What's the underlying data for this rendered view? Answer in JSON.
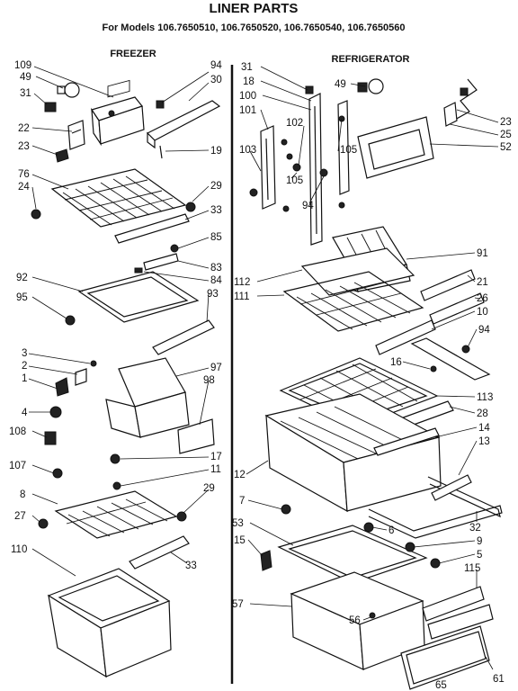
{
  "title": "LINER PARTS",
  "models": "For Models 106.7650510, 106.7650520, 106.7650540, 106.7650560",
  "sections": {
    "freezer": "FREEZER",
    "refrigerator": "REFRIGERATOR"
  },
  "callouts": {
    "c109": "109",
    "c49a": "49",
    "c31a": "31",
    "c22": "22",
    "c23a": "23",
    "c94a": "94",
    "c30": "30",
    "c19": "19",
    "c76": "76",
    "c24": "24",
    "c29a": "29",
    "c33a": "33",
    "c85": "85",
    "c83": "83",
    "c84": "84",
    "c93": "93",
    "c92": "92",
    "c95": "95",
    "c3": "3",
    "c2": "2",
    "c1": "1",
    "c4": "4",
    "c108": "108",
    "c107": "107",
    "c97": "97",
    "c98": "98",
    "c17": "17",
    "c11": "11",
    "c8": "8",
    "c27": "27",
    "c29b": "29",
    "c33b": "33",
    "c110": "110",
    "c31b": "31",
    "c18": "18",
    "c100": "100",
    "c101": "101",
    "c102": "102",
    "c103": "103",
    "c105a": "105",
    "c105b": "105",
    "c94b": "94",
    "c49b": "49",
    "c23b": "23",
    "c25": "25",
    "c52": "52",
    "c91": "91",
    "c112": "112",
    "c111": "111",
    "c21": "21",
    "c26": "26",
    "c10": "10",
    "c94c": "94",
    "c16": "16",
    "c113": "113",
    "c28": "28",
    "c14": "14",
    "c13": "13",
    "c12": "12",
    "c7": "7",
    "c6": "6",
    "c32": "32",
    "c53": "53",
    "c15": "15",
    "c9": "9",
    "c5": "5",
    "c115": "115",
    "c57": "57",
    "c56": "56",
    "c61": "61"
  },
  "footer_code": "65"
}
